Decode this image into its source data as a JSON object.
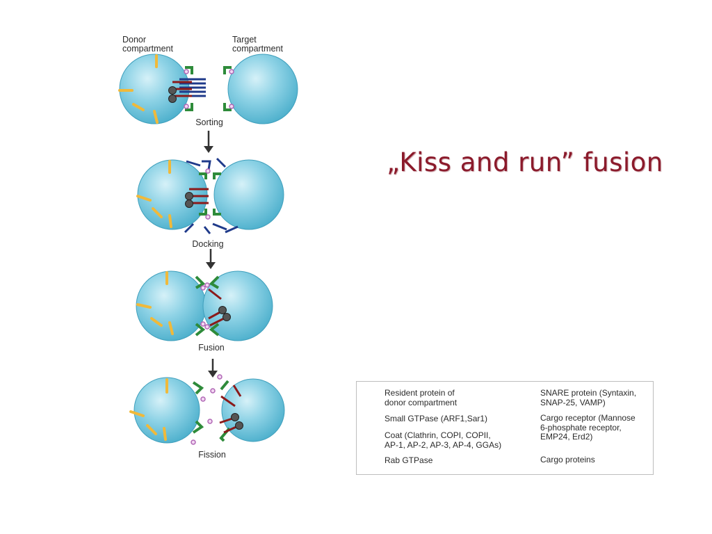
{
  "labels": {
    "donor": "Donor\ncompartment",
    "target": "Target\ncompartment",
    "stages": [
      "Sorting",
      "Docking",
      "Fusion",
      "Fission"
    ]
  },
  "title": "„Kiss and run” fusion",
  "legend": [
    {
      "symbol": "resident-protein",
      "text": "Resident protein of\ndonor compartment"
    },
    {
      "symbol": "small-gtpase",
      "text": "Small GTPase (ARF1,Sar1)"
    },
    {
      "symbol": "coat",
      "text": "Coat (Clathrin, COPI, COPII,\nAP-1, AP-2, AP-3, AP-4, GGAs)"
    },
    {
      "symbol": "rab-gtpase",
      "text": "Rab GTPase"
    },
    {
      "symbol": "snare",
      "text": "SNARE protein (Syntaxin,\nSNAP-25, VAMP)"
    },
    {
      "symbol": "cargo-receptor",
      "text": "Cargo receptor (Mannose\n6-phosphate receptor,\nEMP24, Erd2)"
    },
    {
      "symbol": "cargo-proteins",
      "text": "Cargo proteins"
    }
  ],
  "colors": {
    "compartment": "#67c1d9",
    "resident": "#f0b93a",
    "snare": "#2e8b3a",
    "coat": "#1f3a8a",
    "cargo_receptor": "#8b1a1a",
    "cargo": "#555555",
    "gtpase": "#c48fc8",
    "title": "#8b1a2b"
  }
}
